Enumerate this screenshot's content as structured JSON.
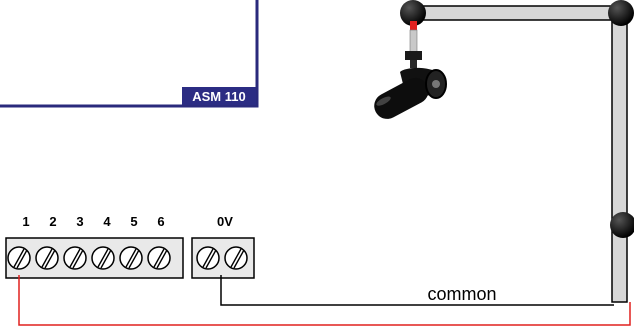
{
  "module": {
    "name": "ASM 110"
  },
  "terminals": {
    "input_labels": [
      "1",
      "2",
      "3",
      "4",
      "5",
      "6"
    ],
    "ground_label": "0V"
  },
  "wiring": {
    "common_label": "common"
  },
  "colors": {
    "module_border": "#2a2a7c",
    "badge_bg": "#2b2c83",
    "red_wire": "#e0201f",
    "black_wire": "#000000",
    "rail_fill": "#d7d7d7"
  }
}
